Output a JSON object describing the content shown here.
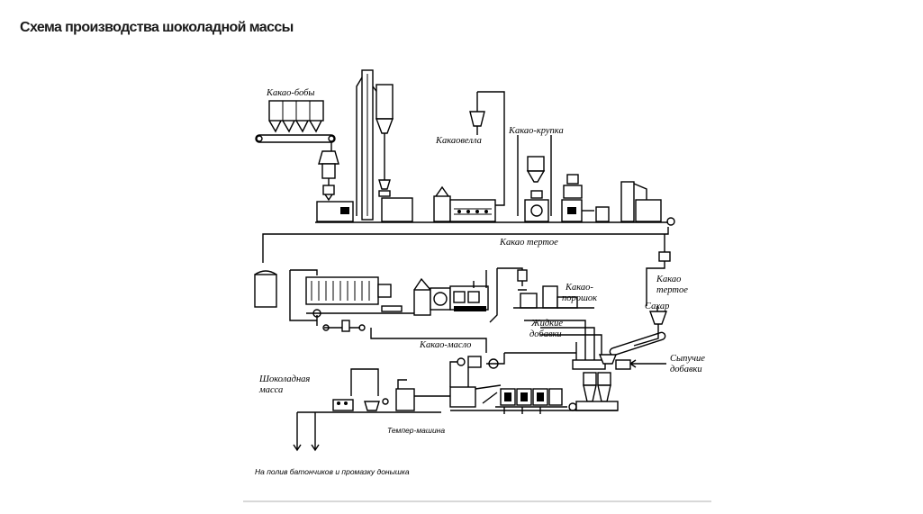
{
  "title": "Схема производства шоколадной массы",
  "labels": {
    "cocoa_beans": "Какао-бобы",
    "cocoavella": "Какаовелла",
    "cocoa_grits": "Какао-крупка",
    "cocoa_liquor": "Какао тертое",
    "cocoa_powder_1": "Какао-",
    "cocoa_powder_2": "порошок",
    "liquid_additives_1": "Жидкие",
    "liquid_additives_2": "добавки",
    "cocoa_butter": "Какао-масло",
    "cocoa_liquor2_1": "Какао",
    "cocoa_liquor2_2": "тертое",
    "sugar": "Сахар",
    "bulk_additives_1": "Сыпучие",
    "bulk_additives_2": "добавки",
    "chocolate_mass_1": "Шоколадная",
    "chocolate_mass_2": "масса",
    "temper_machine": "Темпер-машина",
    "bars_filling": "На полив батончиков и промазку донышка"
  }
}
